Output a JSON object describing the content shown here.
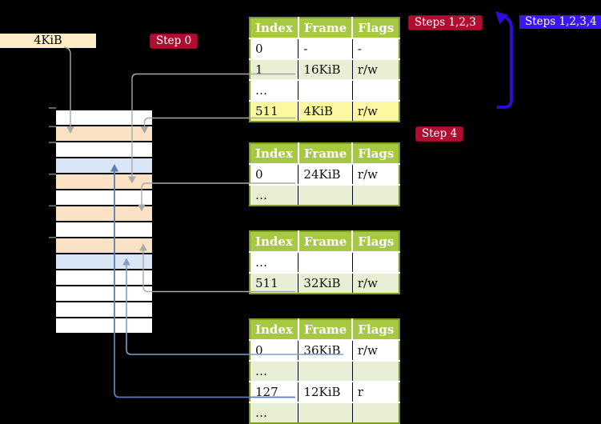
{
  "palette": {
    "bg": "#000000",
    "tableHeaderBg": "#a6c843",
    "tableHeaderText": "#ffffff",
    "tableBorder": "#7f9c23",
    "rowGreen": "#e9efd4",
    "rowWhite": "#ffffff",
    "highlightYellow": "#fcf8a2",
    "frameOrange": "#fce2c5",
    "frameBlue": "#d8e6f6",
    "frameWhite": "#ffffff",
    "labelCream": "#fcedc5",
    "crimson": "#b10d31",
    "crimsonBorder": "#8c0a26",
    "blueLabel": "#3b16ee",
    "bracketBlue": "#2e0ce0",
    "grayLine": "#a9a9a9",
    "steelBlue": "#5b7cb5",
    "steelBlueLight": "#7f9fca",
    "tick": "#7a7a7a"
  },
  "labels": {
    "frame_size": "4KiB",
    "step0": "Step 0",
    "steps123": "Steps 1,2,3",
    "steps1234": "Steps 1,2,3,4",
    "step4": "Step 4"
  },
  "memory": {
    "frames": [
      "white",
      "orange",
      "white",
      "blue",
      "orange",
      "white",
      "orange",
      "white",
      "orange",
      "blue",
      "white",
      "white",
      "white",
      "white"
    ]
  },
  "tables": [
    {
      "columns": [
        "Index",
        "Frame",
        "Flags"
      ],
      "rows": [
        {
          "cells": [
            "0",
            "-",
            "-"
          ]
        },
        {
          "cells": [
            "1",
            "16KiB",
            "r/w"
          ]
        },
        {
          "cells": [
            "…",
            "",
            ""
          ]
        },
        {
          "cells": [
            "511",
            "4KiB",
            "r/w"
          ]
        }
      ]
    },
    {
      "columns": [
        "Index",
        "Frame",
        "Flags"
      ],
      "rows": [
        {
          "cells": [
            "0",
            "24KiB",
            "r/w"
          ]
        },
        {
          "cells": [
            "…",
            "",
            ""
          ]
        }
      ]
    },
    {
      "columns": [
        "Index",
        "Frame",
        "Flags"
      ],
      "rows": [
        {
          "cells": [
            "…",
            "",
            ""
          ]
        },
        {
          "cells": [
            "511",
            "32KiB",
            "r/w"
          ]
        }
      ]
    },
    {
      "columns": [
        "Index",
        "Frame",
        "Flags"
      ],
      "rows": [
        {
          "cells": [
            "0",
            "36KiB",
            "r/w"
          ]
        },
        {
          "cells": [
            "…",
            "",
            ""
          ]
        },
        {
          "cells": [
            "127",
            "12KiB",
            "r"
          ]
        },
        {
          "cells": [
            "…",
            "",
            ""
          ]
        }
      ]
    }
  ]
}
